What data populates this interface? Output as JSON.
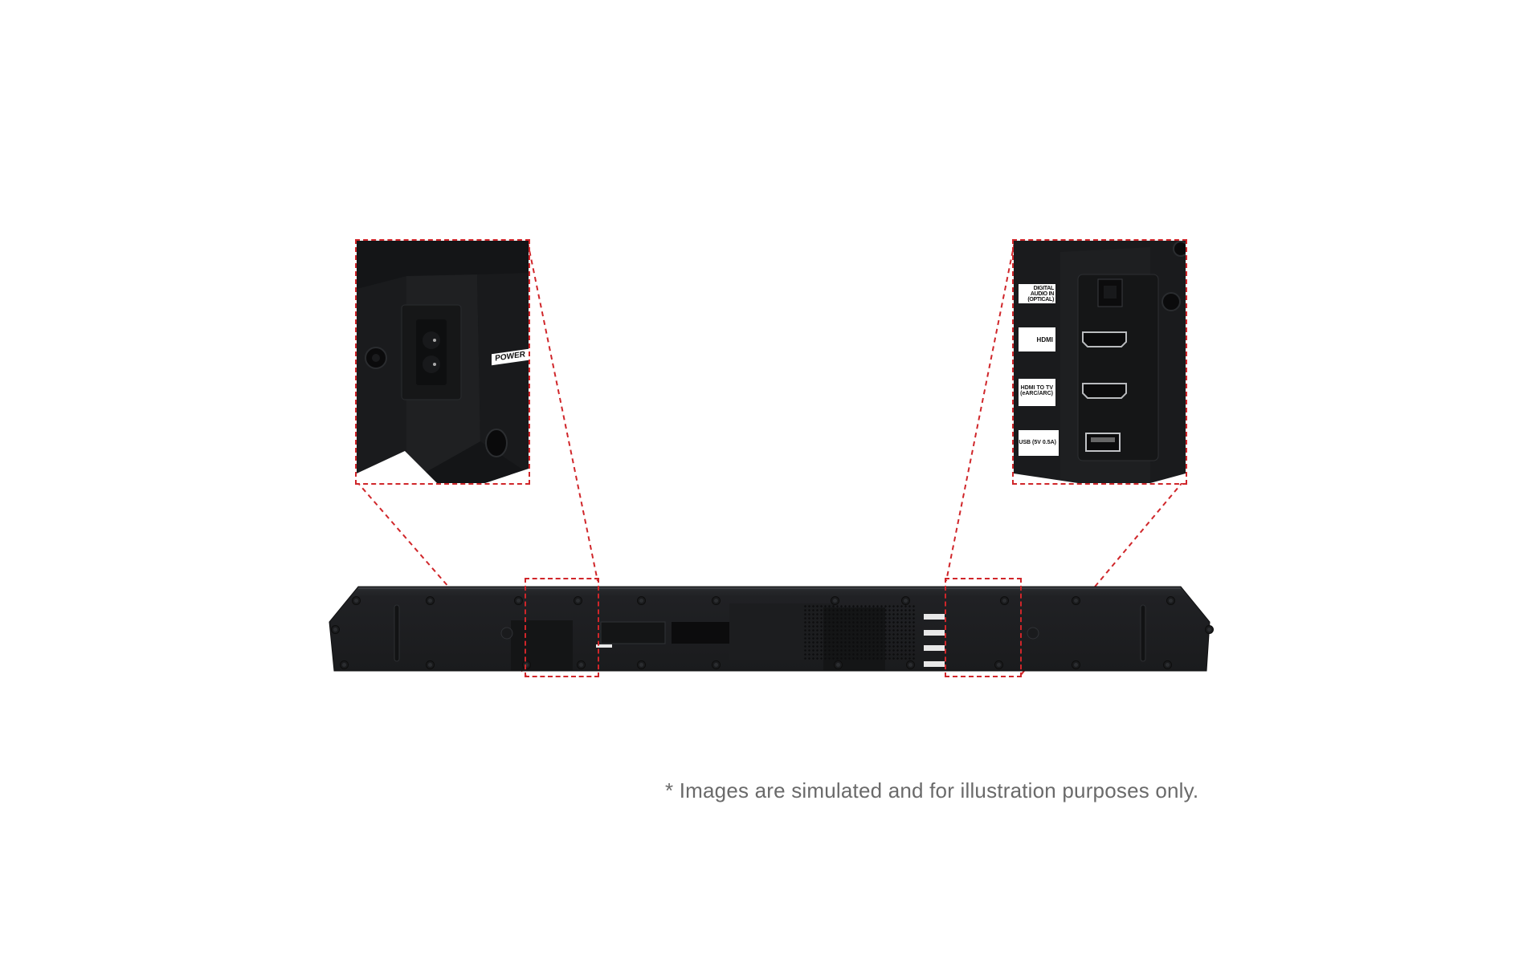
{
  "callouts": {
    "left": {
      "labels": [
        "POWER"
      ]
    },
    "right": {
      "labels": [
        "DIGITAL AUDIO IN (OPTICAL)",
        "HDMI",
        "HDMI TO TV (eARC/ARC)",
        "USB (5V 0.5A)"
      ]
    }
  },
  "ports": {
    "power": "POWER",
    "optical_line1": "DIGITAL AUDIO IN",
    "optical_line2": "(OPTICAL)",
    "hdmi": "HDMI",
    "hdmi_tv_line1": "HDMI TO TV",
    "hdmi_tv_line2": "(eARC/ARC)",
    "usb": "USB (5V 0.5A)"
  },
  "colors": {
    "callout_border": "#d0262a",
    "device_body": "#1c1d1f",
    "text_gray": "#6a6a6a"
  },
  "disclaimer": "* Images are simulated and for illustration purposes only."
}
